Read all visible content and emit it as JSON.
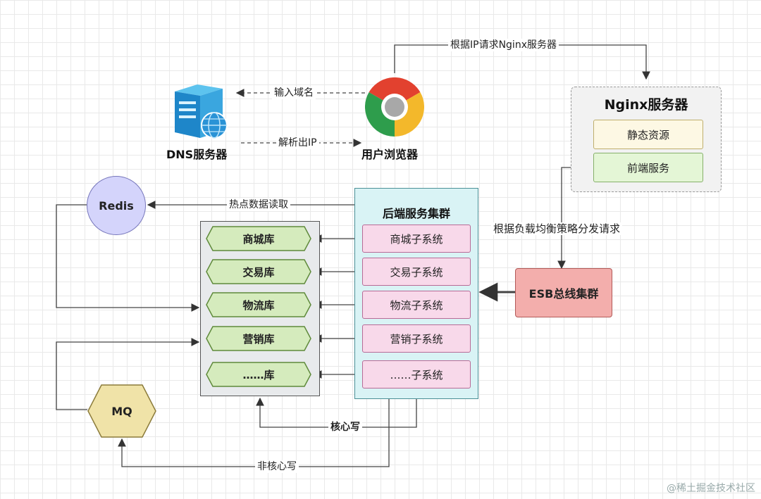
{
  "nodes": {
    "dns_label": "DNS服务器",
    "browser_label": "用户浏览器",
    "nginx_title": "Nginx服务器",
    "static_resources": "静态资源",
    "frontend_service": "前端服务",
    "redis": "Redis",
    "backend_cluster": "后端服务集群",
    "esb_cluster": "ESB总线集群",
    "mq": "MQ"
  },
  "databases": [
    "商城库",
    "交易库",
    "物流库",
    "营销库",
    "……库"
  ],
  "subsystems": [
    "商城子系统",
    "交易子系统",
    "物流子系统",
    "营销子系统",
    "……子系统"
  ],
  "edges": {
    "request_nginx": "根据IP请求Nginx服务器",
    "input_domain": "输入域名",
    "resolve_ip": "解析出IP",
    "hot_data_read": "热点数据读取",
    "load_balance": "根据负载均衡策略分发请求",
    "core_write": "核心写",
    "noncore_write": "非核心写"
  },
  "watermark": "@稀土掘金技术社区",
  "colors": {
    "subsystem_fill": "#f8d9ea",
    "db_fill": "#d5ebbd",
    "db_panel": "#e8eaec",
    "backend_fill": "#d9f3f5",
    "esb_fill": "#f3aeac",
    "redis_fill": "#d4d4fb",
    "mq_fill": "#f0e3a8",
    "nginx_panel": "#f2f2f2",
    "static_fill": "#fdf8e4",
    "frontend_fill": "#e4f6d6"
  }
}
